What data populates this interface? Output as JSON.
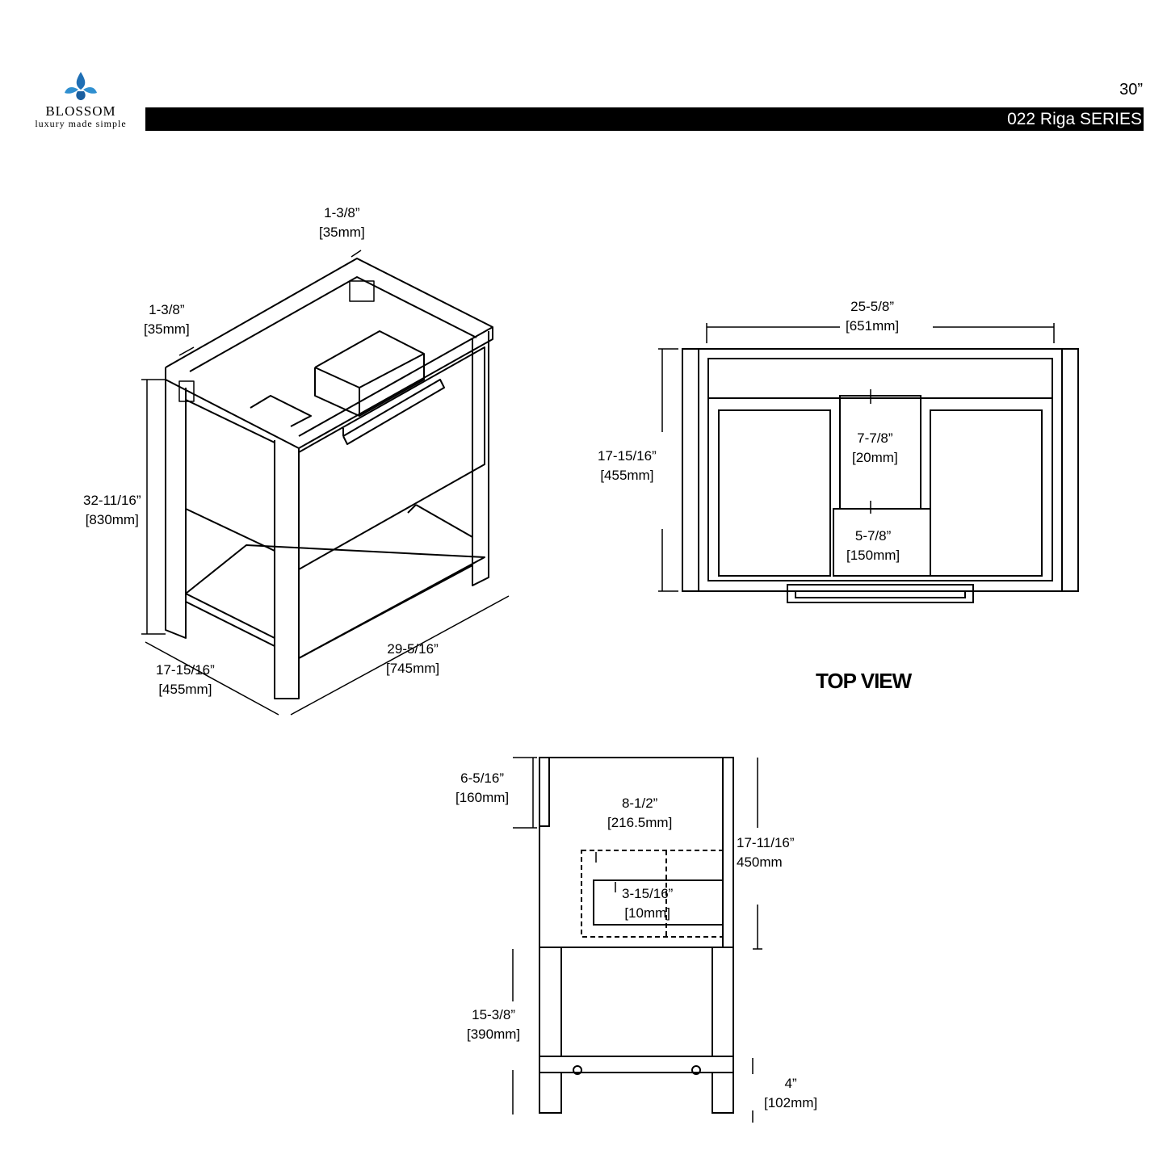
{
  "brand": {
    "name": "BLOSSOM",
    "tagline": "luxury made simple",
    "logo_icon": "lotus-drop-icon",
    "color": "#1f6fb5"
  },
  "header": {
    "size": "30”",
    "series": "022 Riga SERIES"
  },
  "perspective_view": {
    "dims": {
      "top_frame_width": {
        "in": "1-3/8”",
        "mm": "[35mm]"
      },
      "side_frame_width": {
        "in": "1-3/8”",
        "mm": "[35mm]"
      },
      "height": {
        "in": "32-11/16”",
        "mm": "[830mm]"
      },
      "depth": {
        "in": "17-15/16”",
        "mm": "[455mm]"
      },
      "width": {
        "in": "29-5/16”",
        "mm": "[745mm]"
      }
    }
  },
  "top_view": {
    "title": "TOP VIEW",
    "dims": {
      "inner_width": {
        "in": "25-5/8”",
        "mm": "[651mm]"
      },
      "depth": {
        "in": "17-15/16”",
        "mm": "[455mm]"
      },
      "center_width": {
        "in": "7-7/8”",
        "mm": "[20mm]"
      },
      "center_depth": {
        "in": "5-7/8”",
        "mm": "[150mm]"
      }
    }
  },
  "side_view": {
    "dims": {
      "top_gap": {
        "in": "6-5/16”",
        "mm": "[160mm]"
      },
      "drawer_depth": {
        "in": "8-1/2”",
        "mm": "[216.5mm]"
      },
      "drawer_height": {
        "in": "17-11/16”",
        "mm": "450mm"
      },
      "inner_drawer": {
        "in": "3-15/16”",
        "mm": "[10mm]"
      },
      "shelf_height": {
        "in": "15-3/8”",
        "mm": "[390mm]"
      },
      "leg_height": {
        "in": "4”",
        "mm": "[102mm]"
      }
    }
  }
}
